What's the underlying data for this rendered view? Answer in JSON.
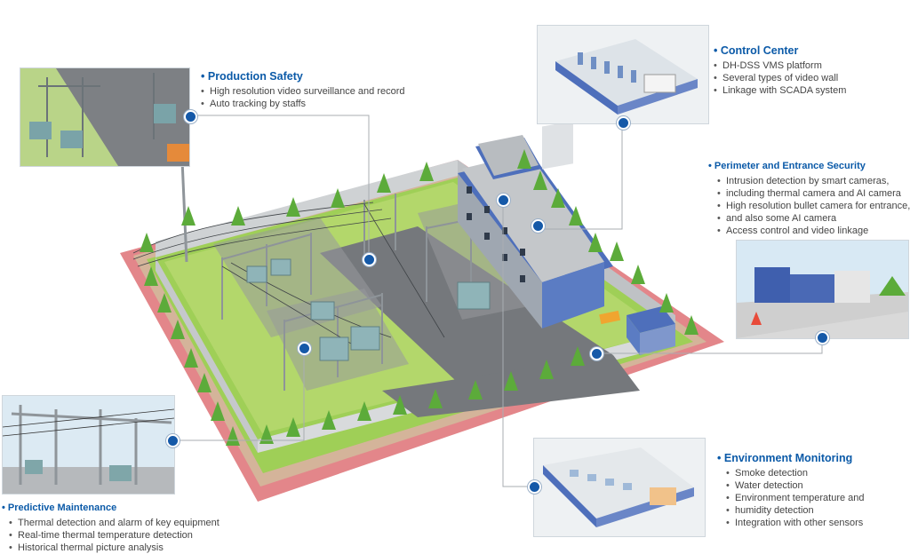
{
  "colors": {
    "accent": "#0b5aa8",
    "dot": "#1559a8",
    "text": "#444444",
    "grass": "#a9cc63",
    "asphalt": "#7a7c80",
    "wall": "#d6d8da",
    "building_blue": "#3f5fae",
    "tree": "#5cab3a",
    "red_border": "#e3868a"
  },
  "callouts": {
    "production_safety": {
      "title": "Production Safety",
      "items": [
        "High resolution video surveillance  and record",
        "Auto tracking by staffs"
      ]
    },
    "control_center": {
      "title": "Control Center",
      "items": [
        "DH-DSS  VMS platform",
        "Several types of  video wall",
        "Linkage with SCADA system"
      ]
    },
    "perimeter_security": {
      "title": "Perimeter and Entrance Security",
      "items": [
        "Intrusion detection by smart cameras,",
        "including thermal camera and AI camera",
        "High resolution bullet camera for entrance,",
        "and also some AI camera",
        "Access control and video linkage"
      ]
    },
    "environment_monitoring": {
      "title": "Environment Monitoring",
      "items": [
        "Smoke detection",
        "Water detection",
        "Environment temperature and",
        "humidity detection",
        "Integration with other sensors"
      ]
    },
    "predictive_maintenance": {
      "title": "Predictive Maintenance",
      "items": [
        "Thermal detection and alarm of key equipment",
        "Real-time thermal temperature detection",
        "Historical thermal picture analysis"
      ]
    }
  },
  "icons": {
    "tree": "tree-icon",
    "camera": "camera-icon",
    "marker": "callout-marker-icon"
  }
}
